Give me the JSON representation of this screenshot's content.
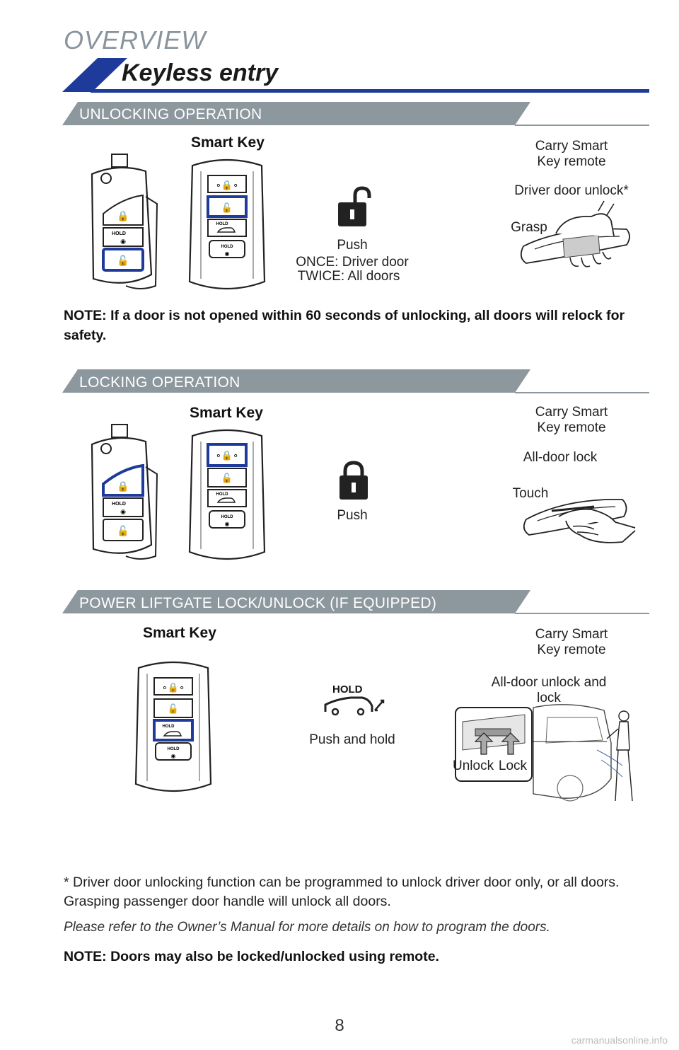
{
  "header": {
    "overview": "OVERVIEW",
    "title": "Keyless entry"
  },
  "sections": {
    "unlocking": {
      "heading": "UNLOCKING OPERATION",
      "smart_key": "Smart Key",
      "push": "Push",
      "once": "ONCE: Driver door",
      "twice": "TWICE: All doors",
      "carry_1": "Carry Smart",
      "carry_2": "Key remote",
      "action": "Driver door unlock*",
      "gesture": "Grasp",
      "note_label": "NOTE:",
      "note_text": "If a door is not opened within 60 seconds of unlocking, all doors will relock for safety."
    },
    "locking": {
      "heading": "LOCKING OPERATION",
      "smart_key": "Smart Key",
      "push": "Push",
      "carry_1": "Carry Smart",
      "carry_2": "Key remote",
      "action": "All-door lock",
      "gesture": "Touch"
    },
    "liftgate": {
      "heading": "POWER LIFTGATE LOCK/UNLOCK (IF EQUIPPED)",
      "smart_key": "Smart Key",
      "hold": "HOLD",
      "push_hold": "Push and hold",
      "carry_1": "Carry Smart",
      "carry_2": "Key remote",
      "action": "All-door unlock and lock",
      "unlock": "Unlock",
      "lock": "Lock"
    }
  },
  "key_button_hold": "HOLD",
  "footer": {
    "asterisk_note": "* Driver door unlocking function can be programmed to unlock driver door only, or all doors. Grasping passenger door handle will unlock all doors.",
    "italic_note": "Please refer to the Owner’s Manual for more details on how to program the doors.",
    "remote_note": "NOTE: Doors may also be locked/unlocked using remote.",
    "page_number": "8",
    "watermark": "carmanualsonline.info"
  },
  "colors": {
    "accent_blue": "#1e3a9a",
    "section_gray": "#8c979e",
    "text": "#111111"
  }
}
